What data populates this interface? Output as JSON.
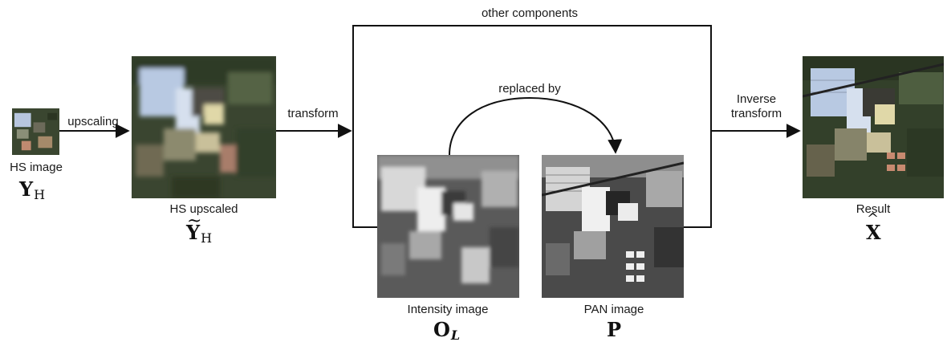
{
  "labels": {
    "hs_image": "HS image",
    "hs_image_symbol": "Y",
    "hs_image_sub": "H",
    "upscaling": "upscaling",
    "hs_upscaled": "HS upscaled",
    "hs_upscaled_symbol": "Y",
    "hs_upscaled_sub": "H",
    "transform": "transform",
    "other_components": "other components",
    "replaced_by": "replaced by",
    "intensity_image": "Intensity image",
    "intensity_symbol": "O",
    "intensity_sub": "L",
    "pan_image": "PAN image",
    "pan_symbol": "P",
    "inverse_transform_line1": "Inverse",
    "inverse_transform_line2": "transform",
    "result": "Result",
    "result_symbol": "X"
  },
  "colors": {
    "line": "#111111",
    "vegetation_dark": "#2f3b1f",
    "roof_light": "#c9d6e6",
    "background": "#ffffff"
  }
}
